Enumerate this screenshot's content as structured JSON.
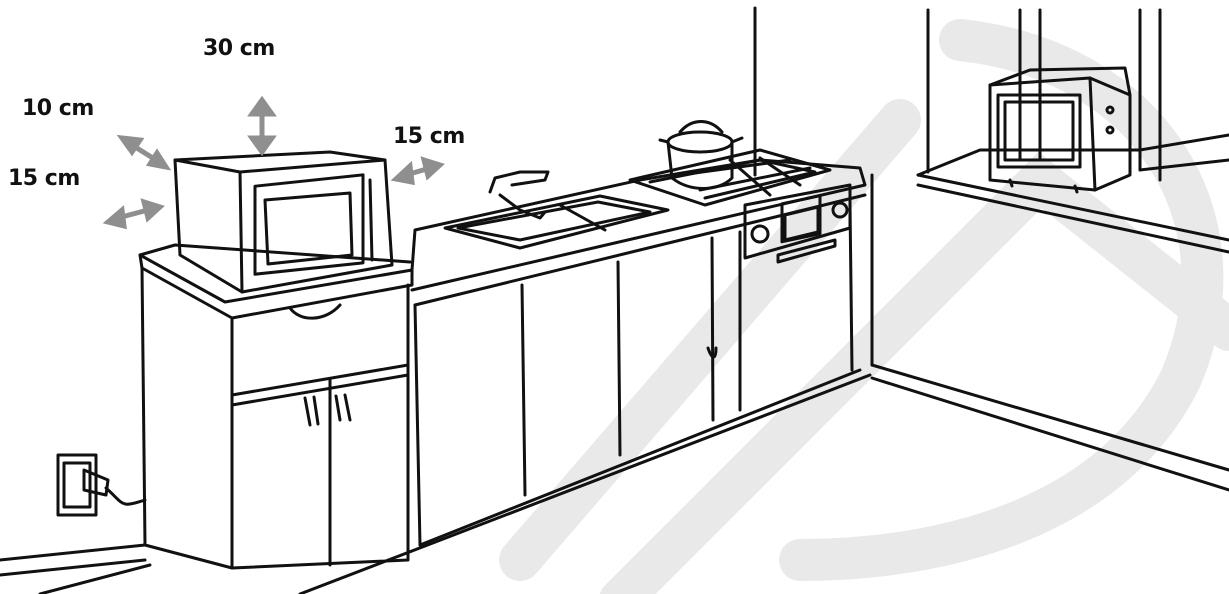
{
  "clearances": {
    "top": "30 cm",
    "back": "10 cm",
    "left_side": "15 cm",
    "right_side": "15 cm"
  },
  "colors": {
    "line": "#111111",
    "arrow": "#8f8f8f",
    "watermark": "#e9e9e9"
  }
}
